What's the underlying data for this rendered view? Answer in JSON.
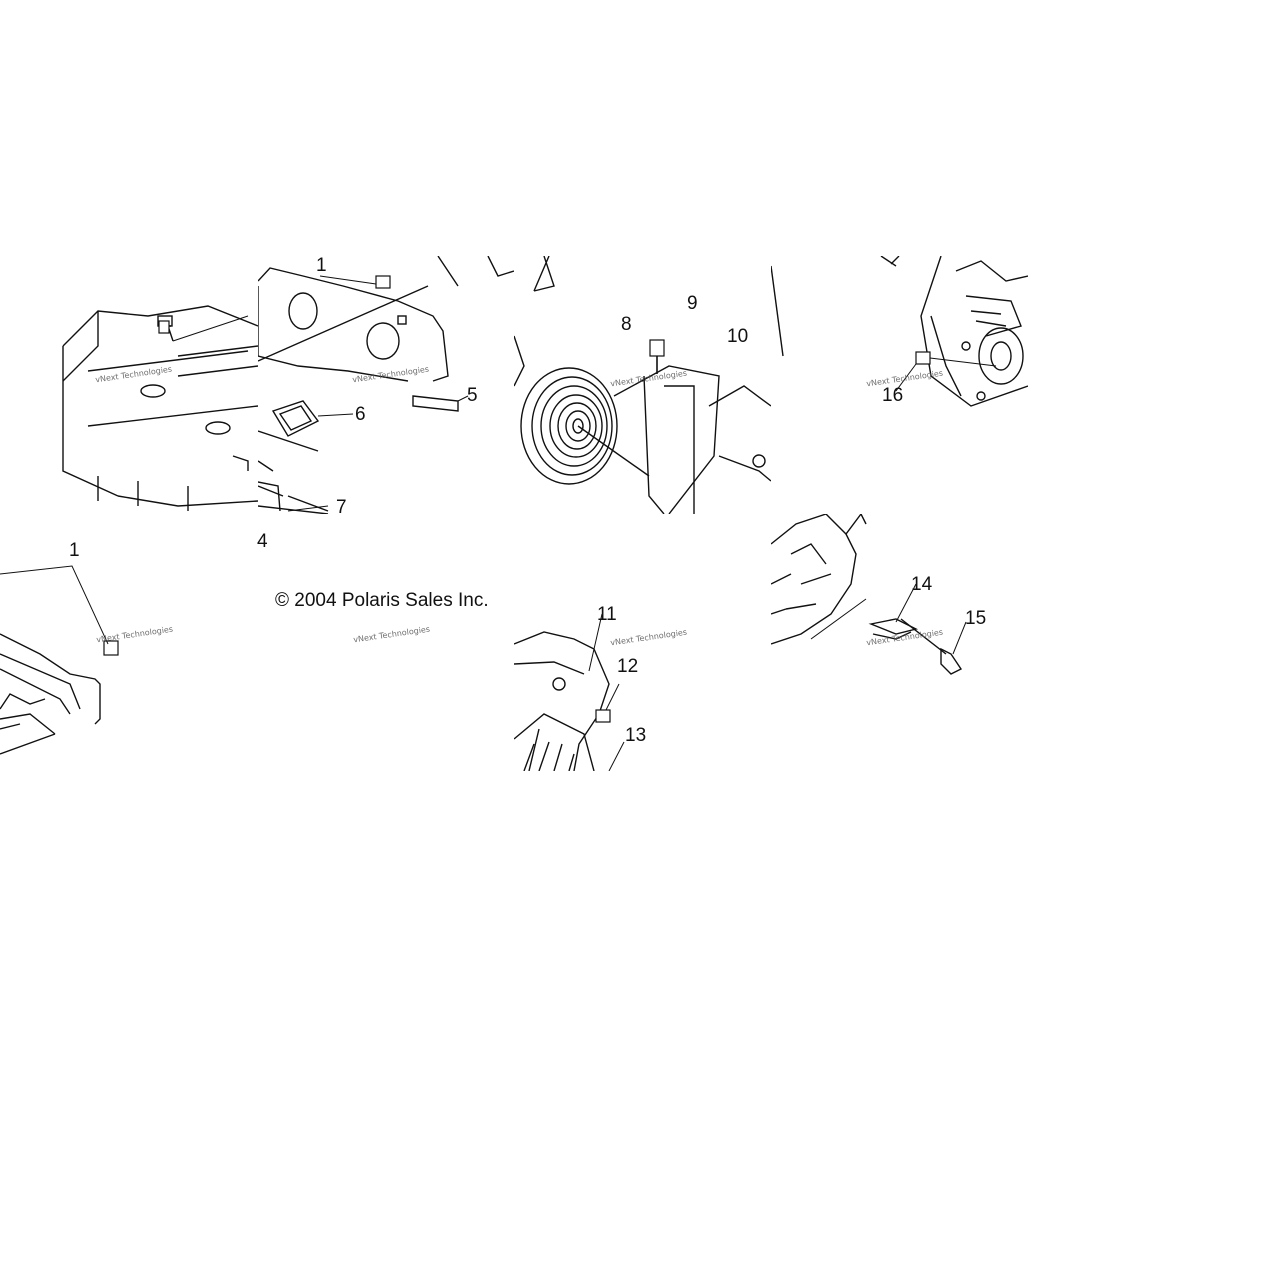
{
  "diagram": {
    "copyright": "© 2004 Polaris Sales Inc.",
    "watermark": "vNext Technologies",
    "callouts": {
      "c1a": "1",
      "c1b": "1",
      "c4": "4",
      "c5": "5",
      "c6": "6",
      "c7": "7",
      "c8": "8",
      "c9": "9",
      "c10": "10",
      "c11": "11",
      "c12": "12",
      "c13": "13",
      "c14": "14",
      "c15": "15",
      "c16": "16"
    }
  }
}
